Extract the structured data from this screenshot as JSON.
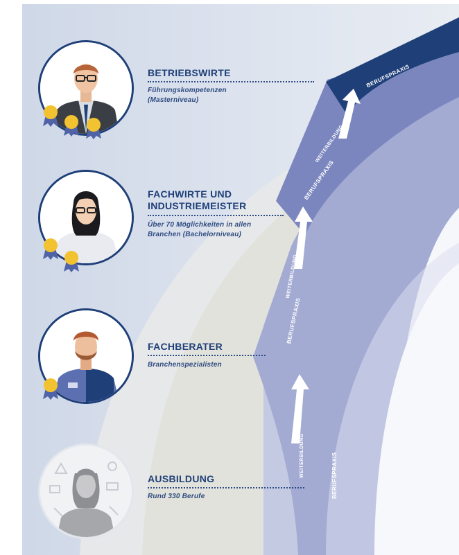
{
  "levels": [
    {
      "title": "BETRIEBSWIRTE",
      "subtitle": "Führungskompetenzen\n(Masterniveau)",
      "medals": 3,
      "avatar_icon": "businessman-avatar-icon"
    },
    {
      "title": "FACHWIRTE UND\nINDUSTRIEMEISTER",
      "subtitle": "Über 70 Möglichkeiten in allen\nBranchen (Bachelorniveau)",
      "medals": 2,
      "avatar_icon": "woman-glasses-avatar-icon"
    },
    {
      "title": "FACHBERATER",
      "subtitle": "Branchenspezialisten",
      "medals": 1,
      "avatar_icon": "bearded-man-avatar-icon"
    },
    {
      "title": "AUSBILDUNG",
      "subtitle": "Rund 330 Berufe",
      "medals": 0,
      "avatar_icon": "trainee-avatar-icon"
    }
  ],
  "band_labels": {
    "berufspraxis": "BERUFSPRAXIS",
    "weiterbildung": "WEITERBILDUNG"
  },
  "colors": {
    "navy": "#1f3f78",
    "band_mid": "#7b86bf",
    "band_light": "#a3abd3",
    "band_pale": "#c5cae3",
    "background_blue": "#d7dfec",
    "gray_arc": "#e2e2dc",
    "medal_gold": "#f2c230",
    "medal_ribbon": "#4f63a6"
  }
}
